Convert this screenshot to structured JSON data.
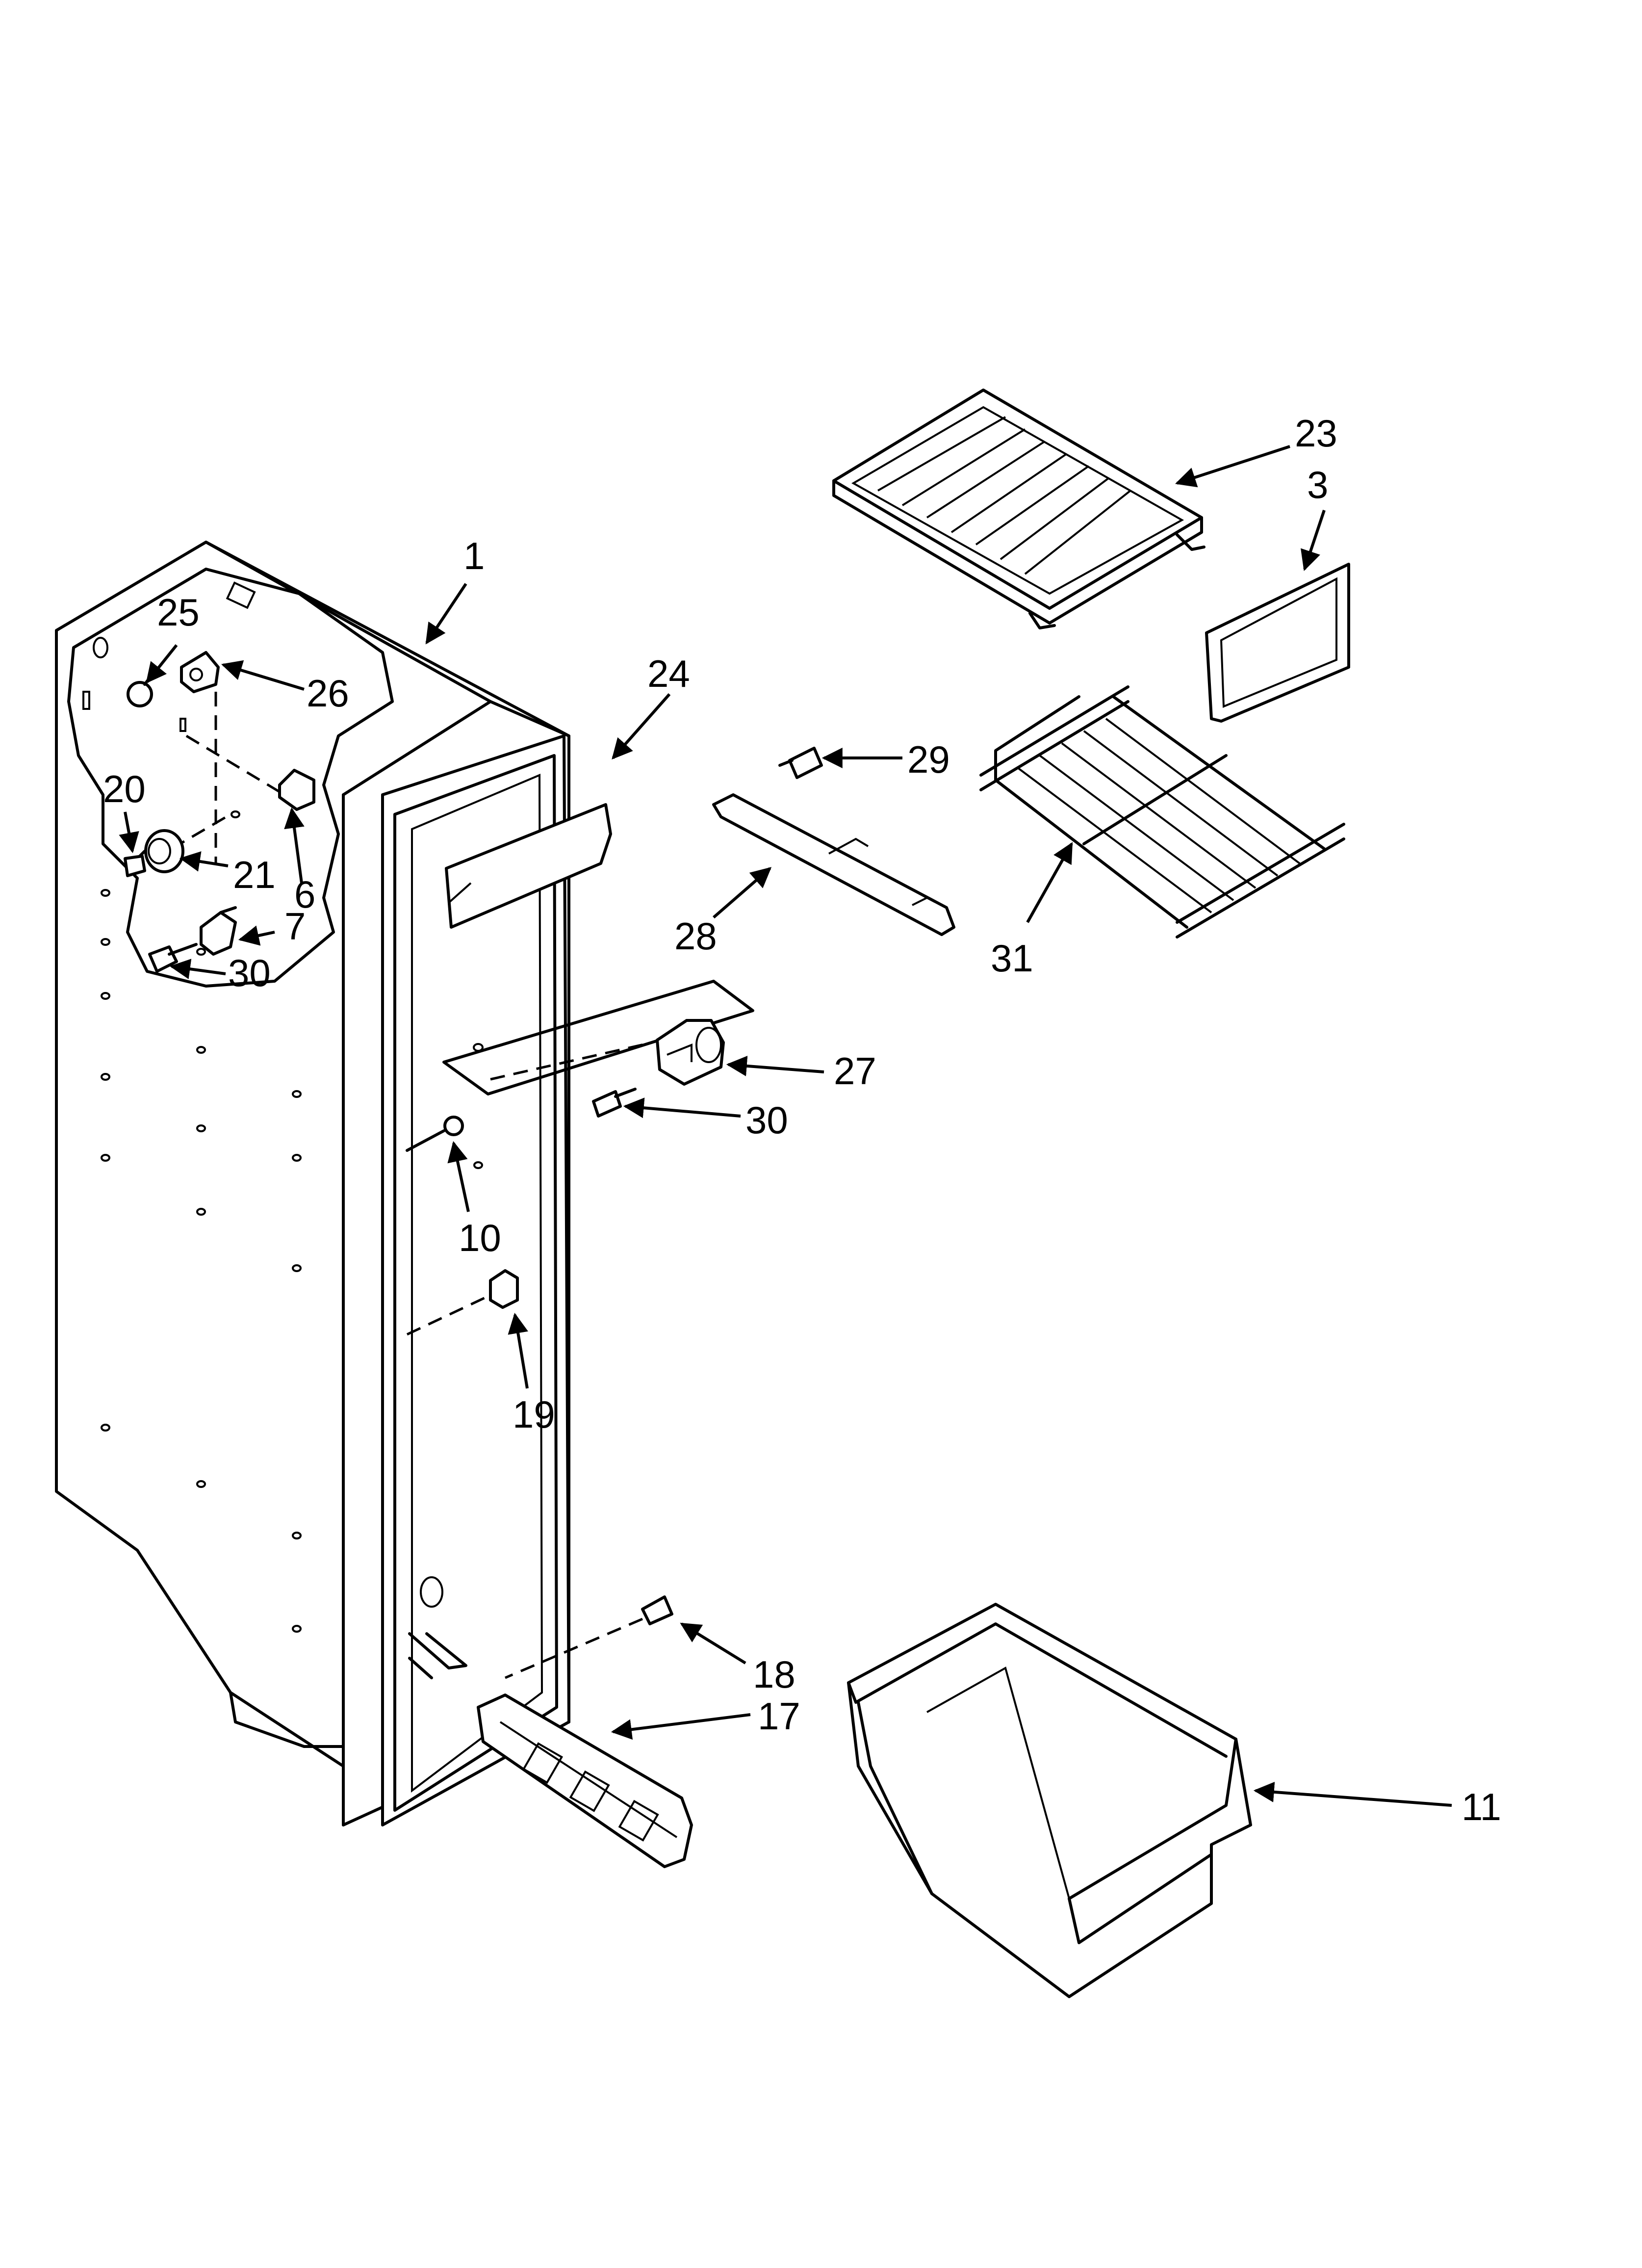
{
  "callouts": {
    "c1": "1",
    "c3": "3",
    "c6": "6",
    "c7": "7",
    "c10": "10",
    "c11": "11",
    "c17": "17",
    "c18": "18",
    "c19": "19",
    "c20": "20",
    "c21": "21",
    "c23": "23",
    "c24": "24",
    "c25": "25",
    "c26": "26",
    "c27": "27",
    "c28": "28",
    "c29": "29",
    "c30a": "30",
    "c30b": "30",
    "c31": "31"
  }
}
